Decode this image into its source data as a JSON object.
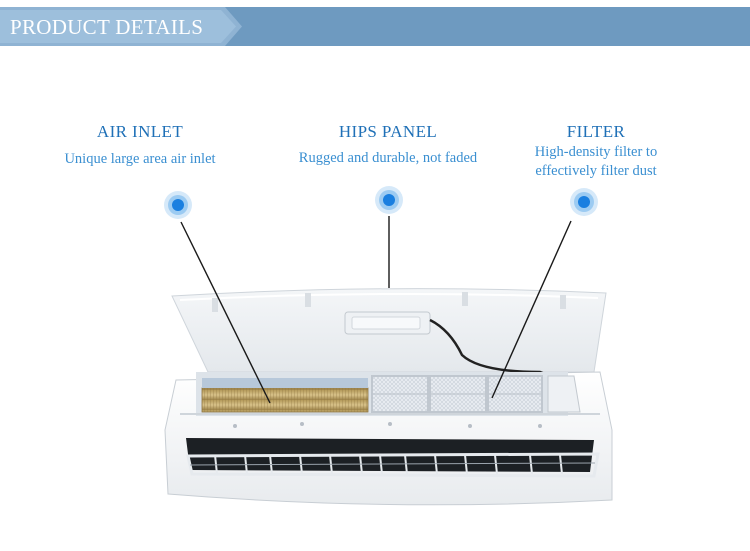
{
  "header": {
    "title": "PRODUCT DETAILS"
  },
  "features": [
    {
      "title": "AIR INLET",
      "description_lines": [
        "Unique large area air inlet"
      ]
    },
    {
      "title": "HIPS PANEL",
      "description_lines": [
        "Rugged and durable, not faded"
      ]
    },
    {
      "title": "FILTER",
      "description_lines": [
        "High-density filter to",
        "effectively filter dust"
      ]
    }
  ],
  "colors": {
    "header_band": "#6e9ac0",
    "header_tag": "#a9c7e0",
    "feature_title": "#1f70b7",
    "feature_text": "#3a8fd1",
    "marker": "#1a7fe0"
  }
}
